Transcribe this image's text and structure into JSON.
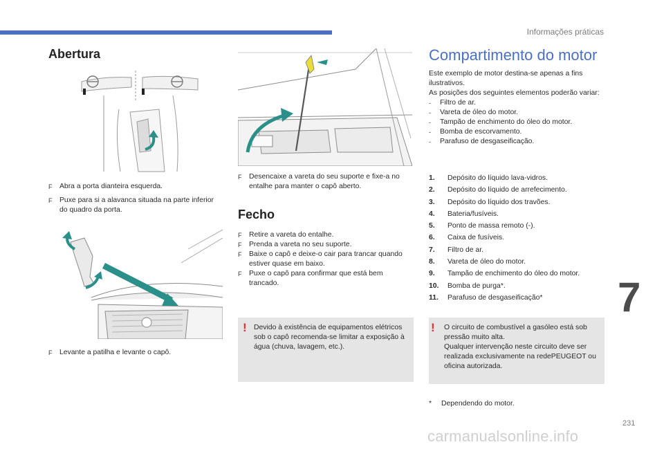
{
  "header": {
    "chapter_title": "Informações práticas"
  },
  "chapter_number": "7",
  "page_number": "231",
  "watermark": "carmanualsonline.info",
  "opening": {
    "title": "Abertura",
    "steps_a": [
      "Abra a porta dianteira esquerda.",
      "Puxe para si a alavanca situada na parte inferior do quadro da porta."
    ],
    "step_b": "Levante a patilha e levante o capô."
  },
  "middle": {
    "step_c": "Desencaixe a vareta do seu suporte e fixe-a no entalhe para manter o capô aberto."
  },
  "closing": {
    "title": "Fecho",
    "steps": [
      "Retire a vareta do entalhe.",
      "Prenda a vareta no seu suporte.",
      "Baixe o capô e deixe-o cair para trancar quando estiver quase em baixo.",
      "Puxe o capô para confirmar que está bem trancado."
    ],
    "warning": "Devido à existência de equipamentos elétricos sob o capô recomenda-se limitar a exposição à água (chuva, lavagem, etc.)."
  },
  "engine": {
    "title": "Compartimento do motor",
    "intro": "Este exemplo de motor destina-se apenas a fins ilustrativos.",
    "positions_intro": "As posições dos seguintes elementos poderão variar:",
    "variable_items": [
      "Filtro de ar.",
      "Vareta de óleo do motor.",
      "Tampão de enchimento do óleo do motor.",
      "Bomba de escorvamento.",
      "Parafuso de desgaseificação."
    ],
    "parts": [
      {
        "num": "1.",
        "label": "Depósito do líquido lava-vidros."
      },
      {
        "num": "2.",
        "label": "Depósito do líquido de arrefecimento."
      },
      {
        "num": "3.",
        "label": "Depósito do líquido dos travões."
      },
      {
        "num": "4.",
        "label": "Bateria/fusíveis."
      },
      {
        "num": "5.",
        "label": "Ponto de massa remoto (-)."
      },
      {
        "num": "6.",
        "label": "Caixa de fusíveis."
      },
      {
        "num": "7.",
        "label": "Filtro de ar."
      },
      {
        "num": "8.",
        "label": "Vareta de óleo do motor."
      },
      {
        "num": "9.",
        "label": "Tampão de enchimento do óleo do motor."
      },
      {
        "num": "10.",
        "label": "Bomba de purga*."
      },
      {
        "num": "11.",
        "label": "Parafuso de desgaseificação*"
      }
    ],
    "warning": "O circuito de combustível a gasóleo está sob pressão muito alta.\nQualquer intervenção neste circuito deve ser realizada exclusivamente na redePEUGEOT ou oficina autorizada.",
    "footnote_mark": "*",
    "footnote": "Dependendo do motor."
  },
  "symbols": {
    "bullet": "F",
    "dash": "-",
    "warning": "!"
  },
  "colors": {
    "accent": "#4b6fc1",
    "teal_arrow": "#2b8f8a",
    "warning_red": "#e4322b",
    "warning_bg": "#e5e5e5"
  },
  "icons": [
    "steering-wheel-icon",
    "curved-arrow-icon",
    "warning-exclamation-icon"
  ]
}
